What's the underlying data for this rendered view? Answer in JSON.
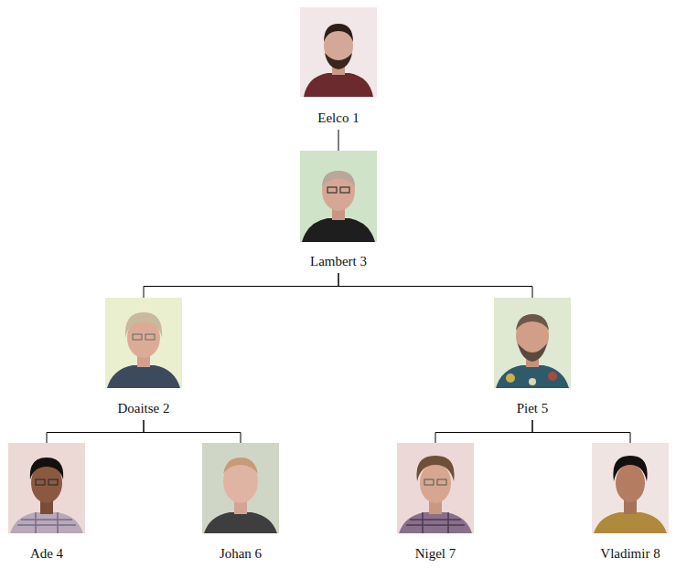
{
  "diagram": {
    "nodes": [
      {
        "text": [
          "Eelco 1"
        ]
      },
      {
        "text": [
          "Lambert 3"
        ]
      },
      {
        "text": [
          "Doaitse 2"
        ]
      },
      {
        "text": [
          "Piet 5"
        ]
      },
      {
        "text": [
          "Ade 4"
        ]
      },
      {
        "text": [
          "Johan 6"
        ]
      },
      {
        "text": [
          "Nigel 7"
        ]
      },
      {
        "text": [
          "Vladimir 8"
        ]
      }
    ],
    "edges": [
      {
        "from": 0,
        "to": 1,
        "arrow": "none"
      },
      {
        "from": 1,
        "to": 2,
        "arrow": "none"
      },
      {
        "from": 1,
        "to": 3,
        "arrow": "none"
      },
      {
        "from": 2,
        "to": 4,
        "arrow": "none"
      },
      {
        "from": 2,
        "to": 5,
        "arrow": "none"
      },
      {
        "from": 3,
        "to": 6,
        "arrow": "none"
      },
      {
        "from": 3,
        "to": 7,
        "arrow": "none"
      }
    ]
  }
}
